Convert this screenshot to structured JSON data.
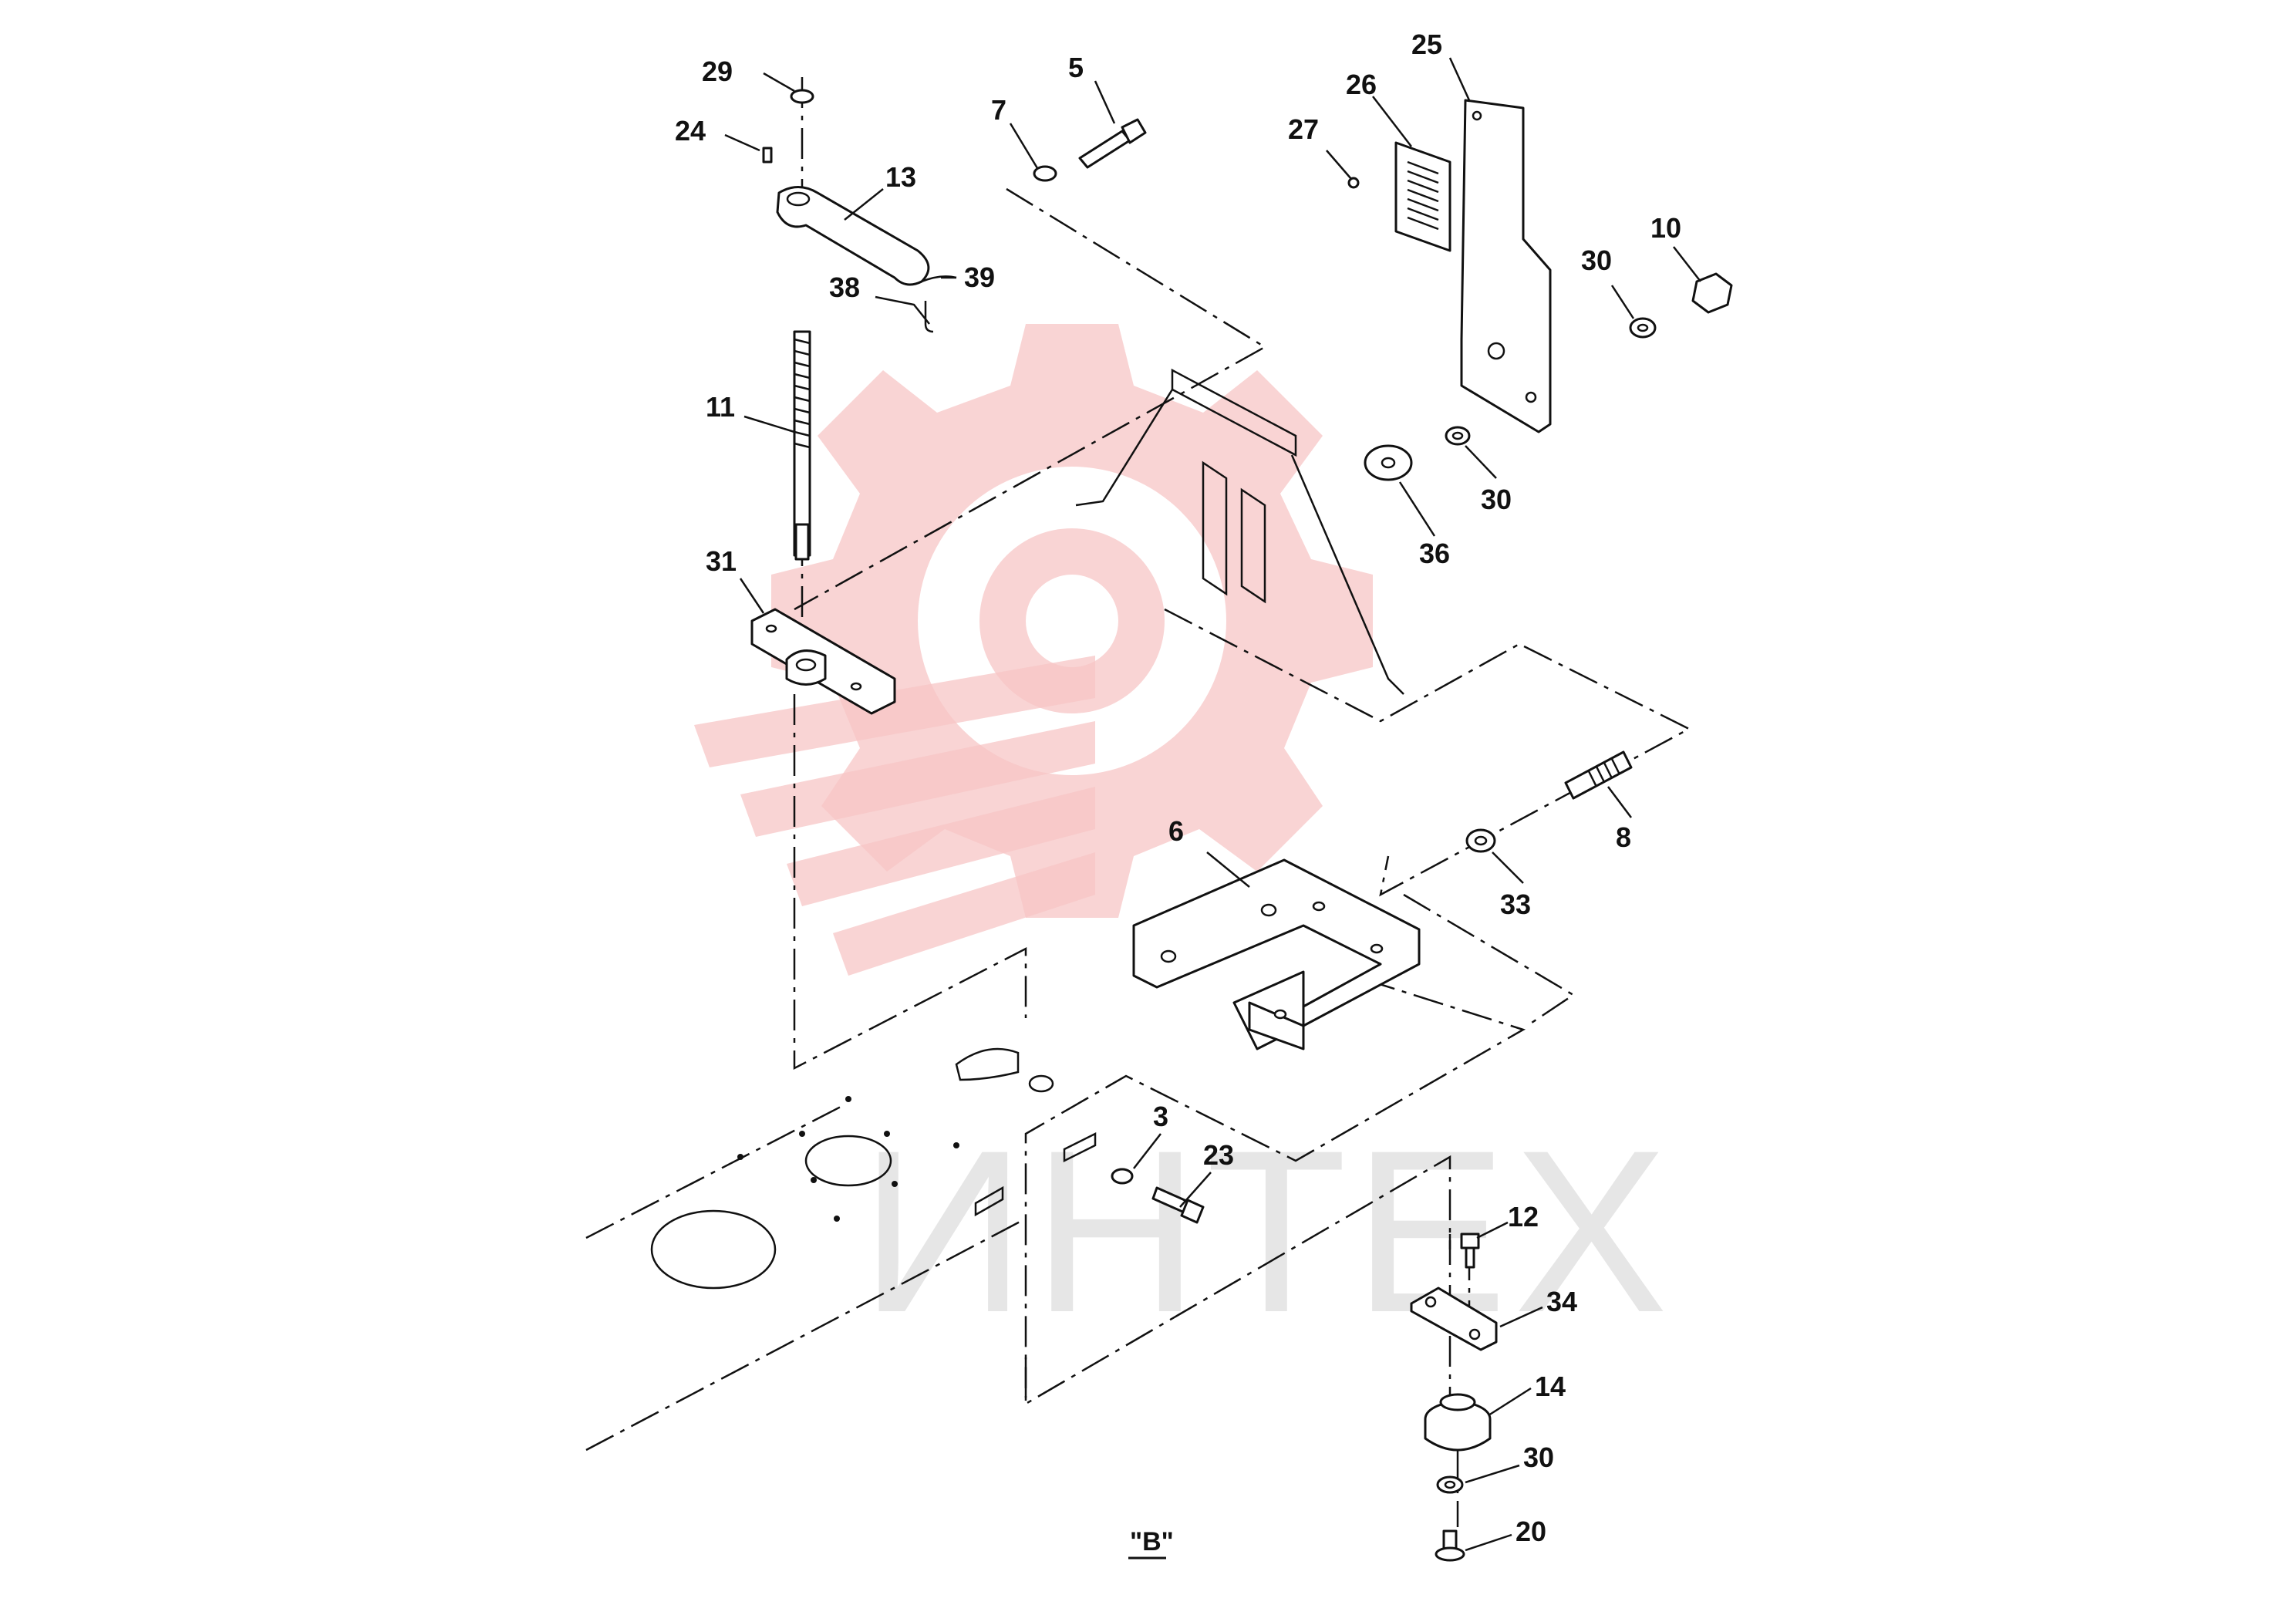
{
  "diagram": {
    "view_label": "\"B\"",
    "watermark_text": "ИНТЕХ",
    "watermark_color": "#f3b3b3",
    "line_color": "#111111",
    "callouts": [
      "29",
      "24",
      "13",
      "39",
      "38",
      "11",
      "31",
      "7",
      "5",
      "25",
      "26",
      "27",
      "10",
      "30",
      "30",
      "36",
      "6",
      "8",
      "33",
      "3",
      "23",
      "12",
      "34",
      "14",
      "30",
      "20"
    ]
  }
}
